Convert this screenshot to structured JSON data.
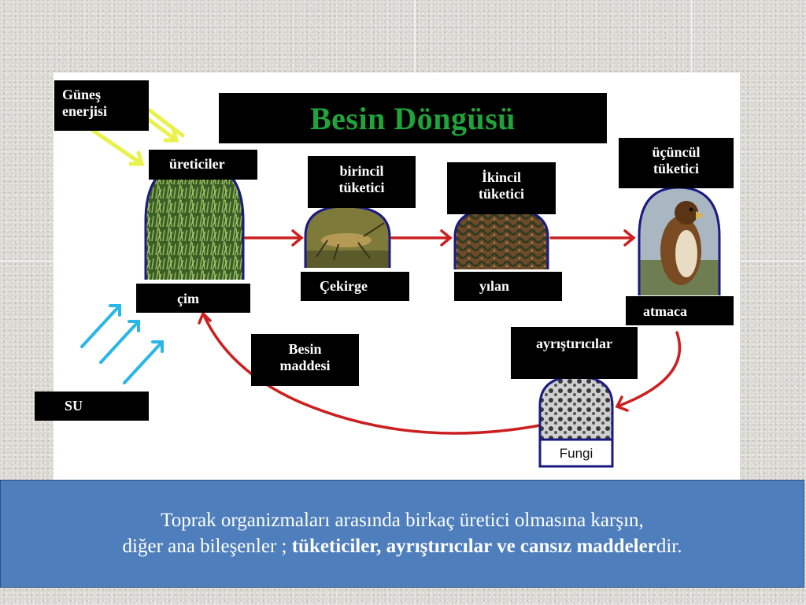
{
  "title": "Besin Döngüsü",
  "labels": {
    "sun": "Güneş\nenerjisi",
    "producers": "üreticiler",
    "primary": "birincil\ntüketici",
    "secondary": "İkincil\ntüketici",
    "tertiary": "üçüncül\ntüketici",
    "grass": "çim",
    "grasshopper": "Çekirge",
    "snake": "yılan",
    "hawk": "atmaca",
    "decomposers": "ayrıştırıcılar",
    "nutrients": "Besin\nmaddesi",
    "water": "SU",
    "fungi": "Fungi"
  },
  "caption": {
    "line1": "Toprak organizmaları arasında birkaç üretici olmasına karşın,",
    "line2_prefix": "diğer ana bileşenler ; ",
    "line2_bold": "tüketiciler, ayrıştırıcılar ve cansız maddeler",
    "line2_suffix": "dir."
  },
  "colors": {
    "title_text": "#1fa33a",
    "arrow_red": "#cc2020",
    "sun_rays": "#e9f24a",
    "water_arrows": "#29b6e8",
    "caption_bg": "#4e7ebc"
  }
}
